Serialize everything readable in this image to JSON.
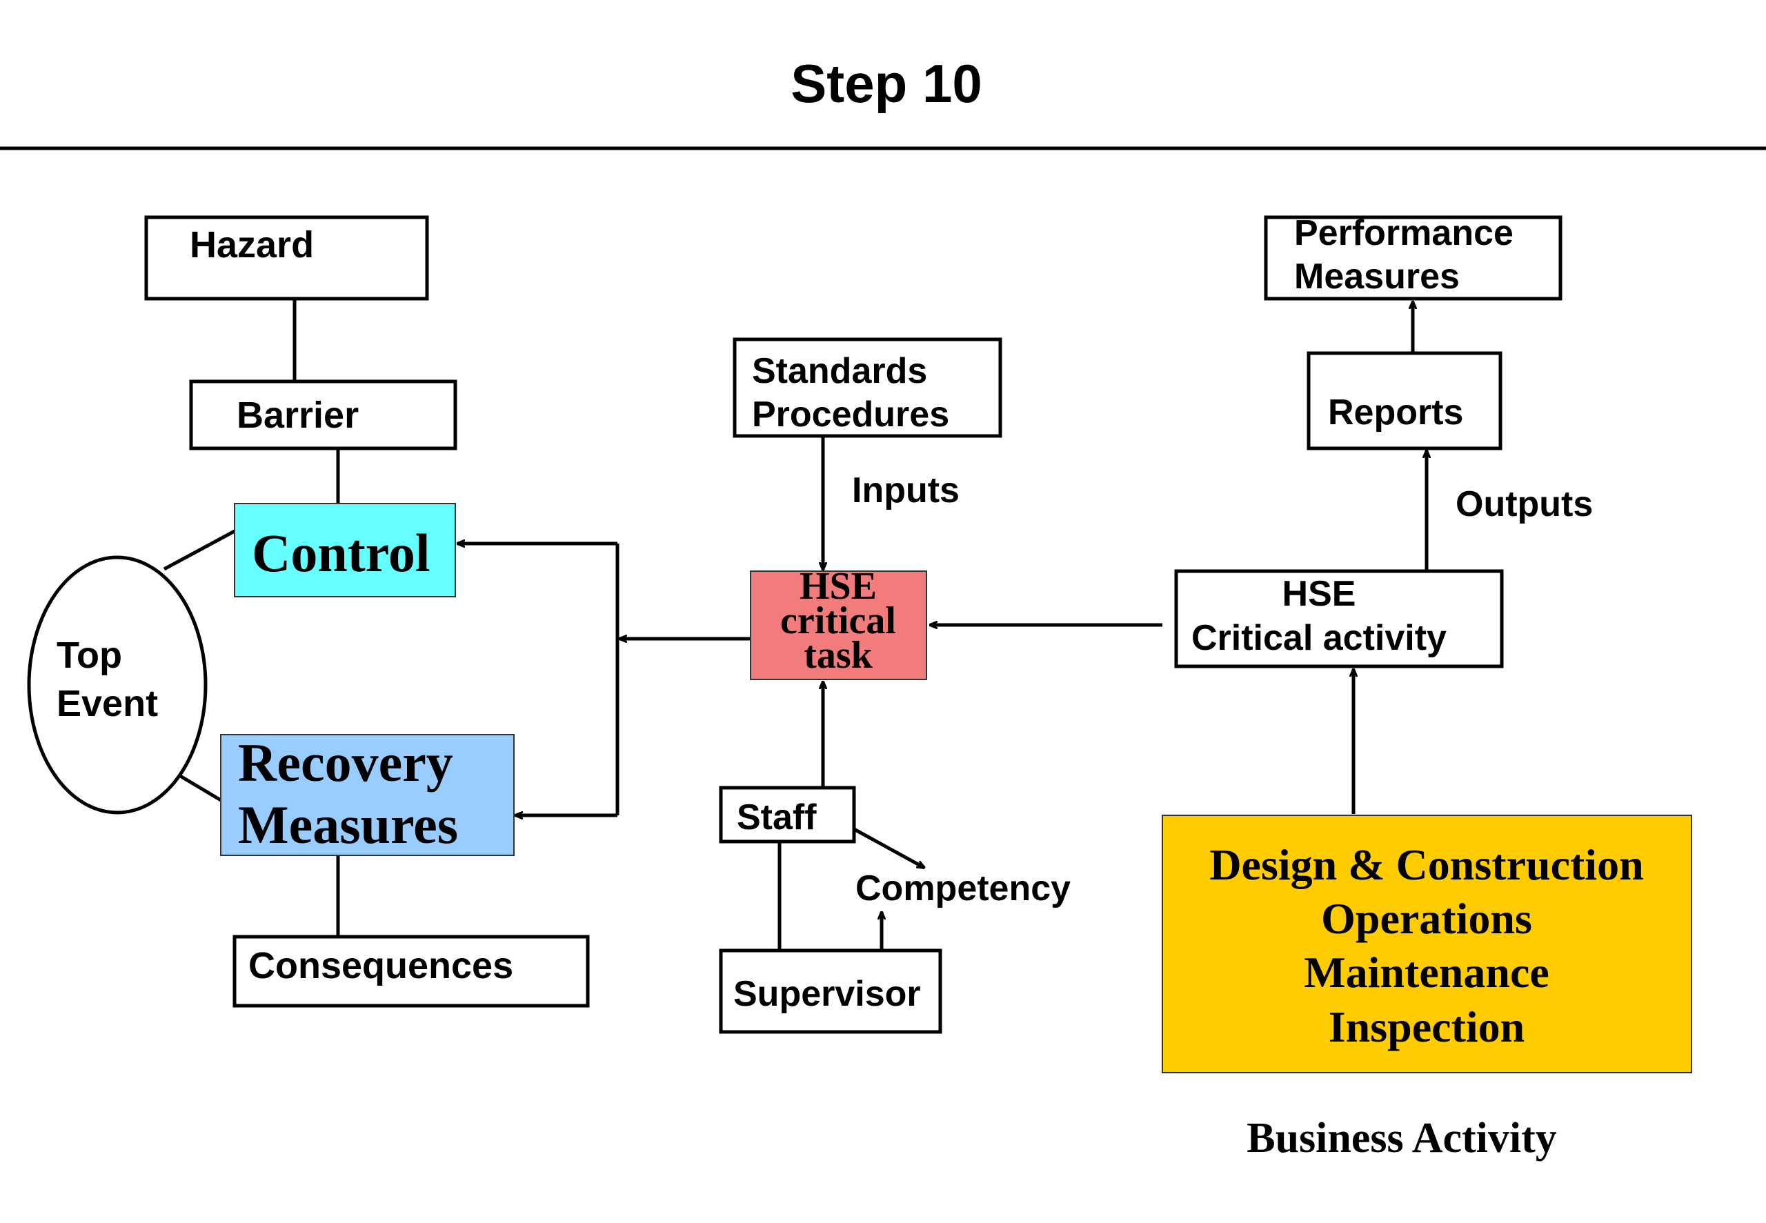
{
  "title": "Step 10",
  "nodes": {
    "hazard": "Hazard",
    "barrier": "Barrier",
    "control": "Control",
    "top_event": [
      "Top",
      "Event"
    ],
    "recovery": [
      "Recovery",
      "Measures"
    ],
    "consequences": "Consequences",
    "standards": [
      "Standards",
      "Procedures"
    ],
    "hse_task": [
      "HSE",
      "critical",
      "task"
    ],
    "staff": "Staff",
    "supervisor": "Supervisor",
    "performance": [
      "Performance",
      "Measures"
    ],
    "reports": "Reports",
    "hse_activity": [
      "HSE",
      "Critical activity"
    ],
    "business": [
      "Design & Construction",
      "Operations",
      "Maintenance",
      "Inspection"
    ]
  },
  "labels": {
    "inputs": "Inputs",
    "outputs": "Outputs",
    "competency": "Competency",
    "business_activity": "Business Activity"
  },
  "colors": {
    "control_fill": "#66FFFF",
    "recovery_fill": "#99CCFF",
    "hse_task_fill": "#F27C7C",
    "business_fill": "#FFCC00",
    "node_stroke": "#000000"
  }
}
